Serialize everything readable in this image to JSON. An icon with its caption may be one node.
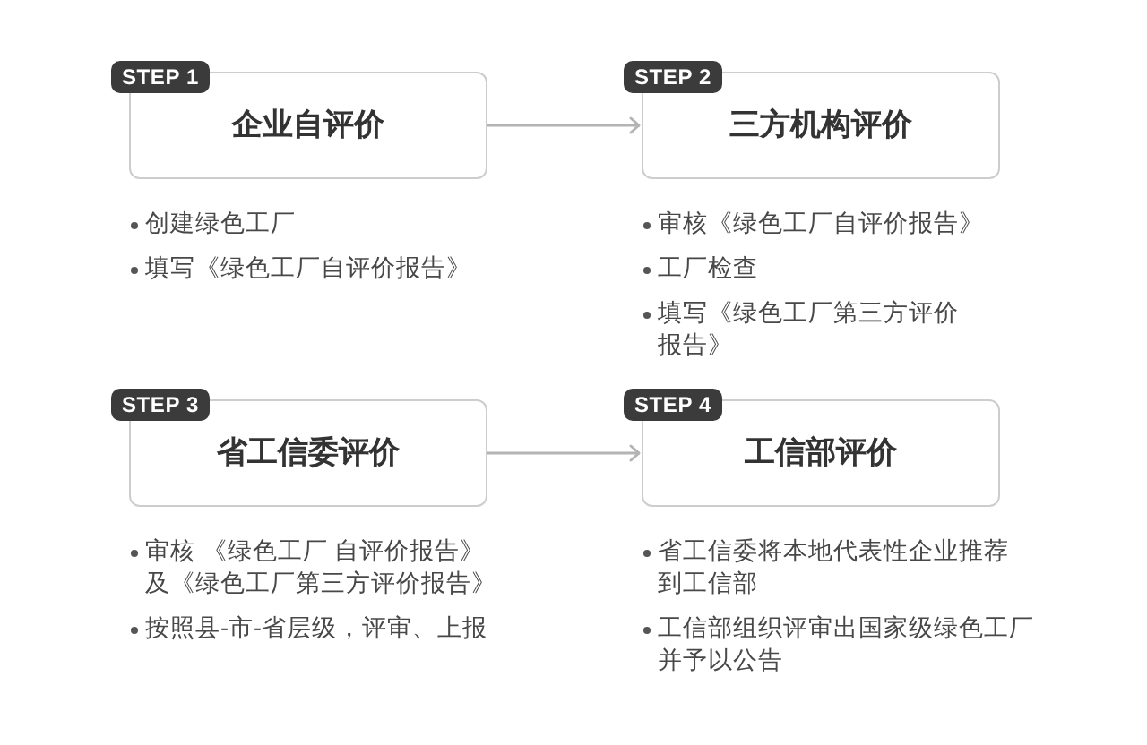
{
  "diagram": {
    "nodes": [
      {
        "text": [
          "STEP 1",
          "企业自评价"
        ],
        "beside": [
          "创建绿色工厂",
          "填写《绿色工厂自评价报告》"
        ]
      },
      {
        "text": [
          "STEP 2",
          "三方机构评价"
        ],
        "beside": [
          "审核《绿色工厂自评价报告》",
          "工厂检查",
          "填写《绿色工厂第三方评价报告》"
        ]
      },
      {
        "text": [
          "STEP 3",
          "省工信委评价"
        ],
        "beside": [
          "审核 《绿色工厂 自评价报告》及《绿色工厂第三方评价报告》",
          "按照县-市-省层级，评审、上报"
        ]
      },
      {
        "text": [
          "STEP 4",
          "工信部评价"
        ],
        "beside": [
          "省工信委将本地代表性企业推荐到工信部",
          "工信部组织评审出国家级绿色工厂并予以公告"
        ]
      }
    ],
    "edges": [
      {
        "from": 0,
        "to": 1,
        "arrow": "to"
      },
      {
        "from": 2,
        "to": 3,
        "arrow": "to"
      }
    ]
  }
}
